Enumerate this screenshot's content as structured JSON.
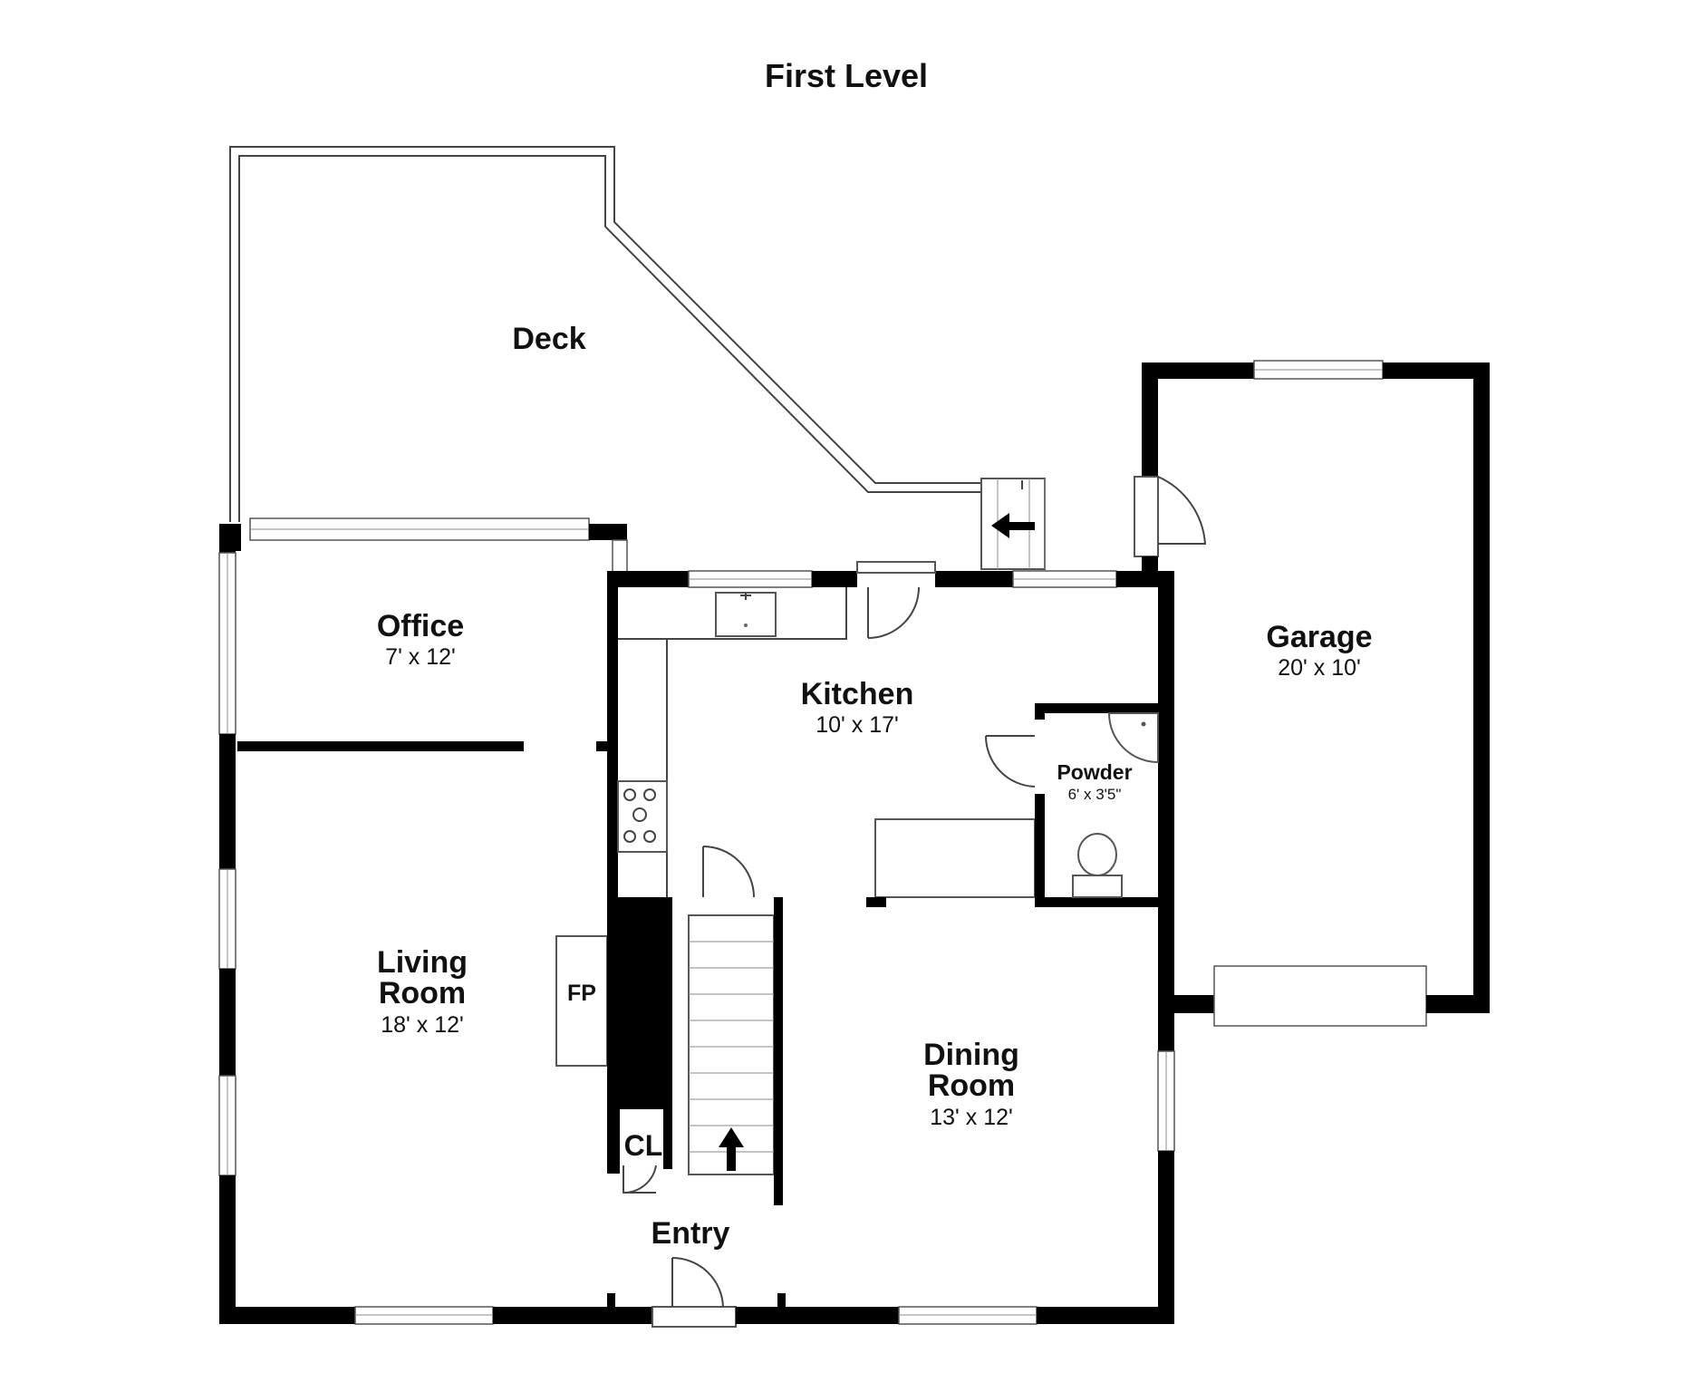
{
  "title": "First Level",
  "rooms": {
    "deck": {
      "name": "Deck"
    },
    "office": {
      "name": "Office",
      "dims": "7' x 12'"
    },
    "kitchen": {
      "name": "Kitchen",
      "dims": "10' x 17'"
    },
    "garage": {
      "name": "Garage",
      "dims": "20' x 10'"
    },
    "powder": {
      "name": "Powder",
      "dims": "6' x 3'5\""
    },
    "living": {
      "name_line1": "Living",
      "name_line2": "Room",
      "dims": "18' x 12'"
    },
    "dining": {
      "name_line1": "Dining",
      "name_line2": "Room",
      "dims": "13' x 12'"
    },
    "entry": {
      "name": "Entry"
    },
    "closet": {
      "name": "CL"
    },
    "fireplace": {
      "name": "FP"
    }
  },
  "icons": {
    "stair_arrow": "arrow-up-icon",
    "deck_step_arrow": "arrow-left-icon"
  }
}
